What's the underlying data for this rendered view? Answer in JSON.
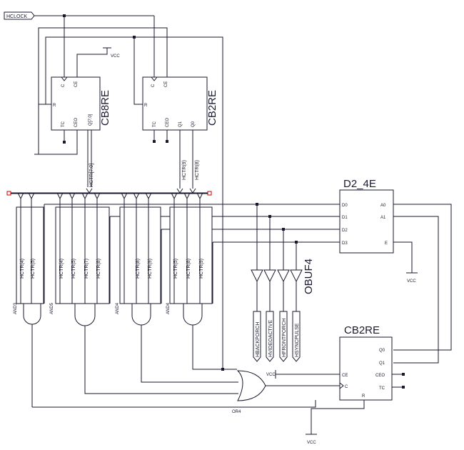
{
  "input_port": "HCLOCK",
  "power_label": "VCC",
  "components": {
    "cb8re": {
      "name": "CB8RE",
      "pins": {
        "c": "C",
        "ce": "CE",
        "r": "R",
        "tc": "TC",
        "ceo": "CEO",
        "q": "Q[7:0]"
      },
      "bus_out": "HCTR[7:0]"
    },
    "cb2re_top": {
      "name": "CB2RE",
      "pins": {
        "c": "C",
        "ce": "CE",
        "r": "R",
        "tc": "TC",
        "ceo": "CEO",
        "q1": "Q1",
        "q0": "Q0"
      },
      "nets": [
        "HCTR(9)",
        "HCTR(8)"
      ]
    },
    "d2_4e": {
      "name": "D2_4E",
      "pins": {
        "a0": "A0",
        "a1": "A1",
        "e": "E",
        "d0": "D0",
        "d1": "D1",
        "d2": "D2",
        "d3": "D3"
      }
    },
    "obuf4": {
      "name": "OBUF4",
      "outputs": [
        "HBACKPORCH",
        "HVIDEOACTIVE",
        "HFRONTPORCH",
        "HSYNCPULSE"
      ]
    },
    "cb2re_bottom": {
      "name": "CB2RE",
      "pins": {
        "ce": "CE",
        "c": "C",
        "r": "R",
        "q0": "Q0",
        "q1": "Q1",
        "ceo": "CEO",
        "tc": "TC"
      }
    },
    "or4": {
      "name": "OR4"
    },
    "and3": {
      "name": "AND3",
      "inputs": [
        "HCTR(4)",
        "HCTR(5)"
      ]
    },
    "and5": {
      "name": "AND5",
      "inputs": [
        "HCTR(4)",
        "HCTR(5)",
        "HCTR(7)",
        "HCTR(8)"
      ]
    },
    "and4a": {
      "name": "AND4",
      "inputs": [
        "HCTR(8)",
        "HCTR(9)"
      ]
    },
    "and4b": {
      "name": "AND4",
      "inputs": [
        "HCTR(5)",
        "HCTR(8)",
        "HCTR(9)"
      ]
    }
  }
}
